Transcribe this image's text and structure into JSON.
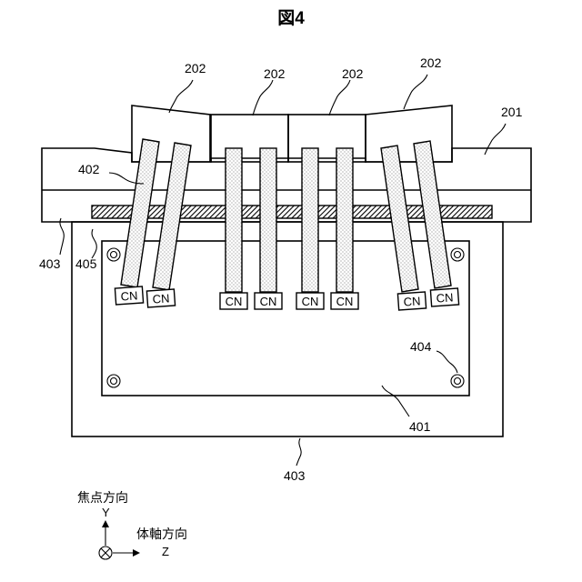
{
  "figure": {
    "title": "図4"
  },
  "labels": {
    "module": "202",
    "base": "201",
    "cable": "402",
    "frame": "403",
    "shim": "405",
    "board": "401",
    "screw": "404",
    "connector": "CN"
  },
  "axes": {
    "y_jp": "焦点方向",
    "y": "Y",
    "z_jp": "体軸方向",
    "z": "Z"
  }
}
